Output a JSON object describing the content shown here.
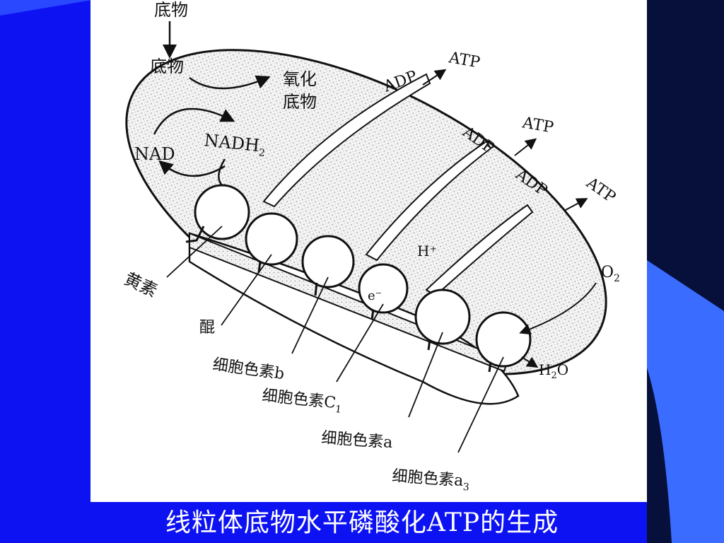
{
  "slide": {
    "caption": "线粒体底物水平磷酸化ATP的生成"
  },
  "diagram": {
    "substrate_top": "底物",
    "substrate": "底物",
    "oxidized_substrate": "氧化底物",
    "nad": "NAD",
    "nadh2": "NADH",
    "nadh2_sub": "2",
    "adp_1": "ADP",
    "atp_1": "ATP",
    "adp_2": "ADP",
    "atp_2": "ATP",
    "adp_3": "ADP",
    "atp_3": "ATP",
    "h_plus": "H⁺",
    "e_minus": "e⁻",
    "o2": "O",
    "o2_sub": "2",
    "h2o": "H",
    "h2o_sub": "2",
    "h2o_o": "O",
    "flavin": "黄素",
    "quinone": "醌",
    "cyt_b": "细胞色素b",
    "cyt_c1": "细胞色素C",
    "cyt_c1_sub": "1",
    "cyt_a": "细胞色素a",
    "cyt_a3": "细胞色素a",
    "cyt_a3_sub": "3"
  },
  "colors": {
    "background": "#0d12f2",
    "frame": "#ffffff",
    "stipple": "#d9d9d9",
    "ink": "#111111",
    "caption": "#ffffff"
  }
}
